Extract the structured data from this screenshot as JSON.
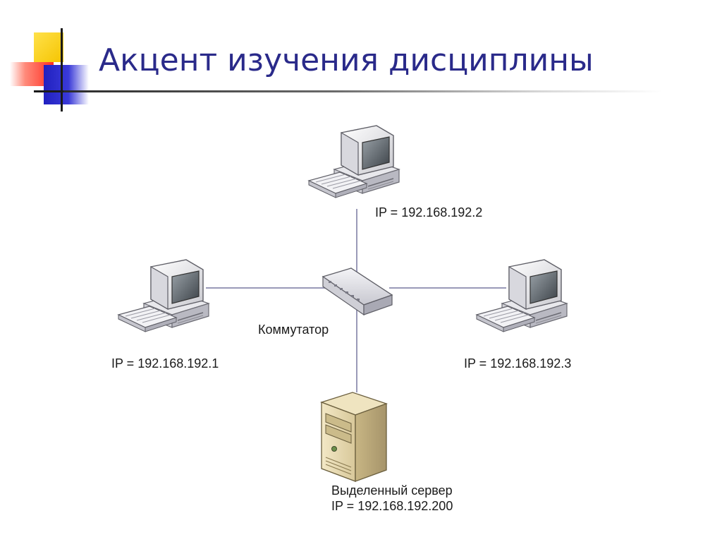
{
  "slide": {
    "title": "Акцент изучения дисциплины"
  },
  "diagram": {
    "switch_label": "Коммутатор",
    "nodes": {
      "top_pc": {
        "ip_label": "IP = 192.168.192.2"
      },
      "left_pc": {
        "ip_label": "IP = 192.168.192.1"
      },
      "right_pc": {
        "ip_label": "IP = 192.168.192.3"
      },
      "server": {
        "name_label": "Выделенный сервер",
        "ip_label": "IP = 192.168.192.200"
      }
    }
  },
  "colors": {
    "title": "#2a2a8a",
    "connector": "#9a9ab8",
    "deco_yellow": "#ffd400",
    "deco_red": "#ff3b30",
    "deco_blue": "#2c2cc8"
  }
}
